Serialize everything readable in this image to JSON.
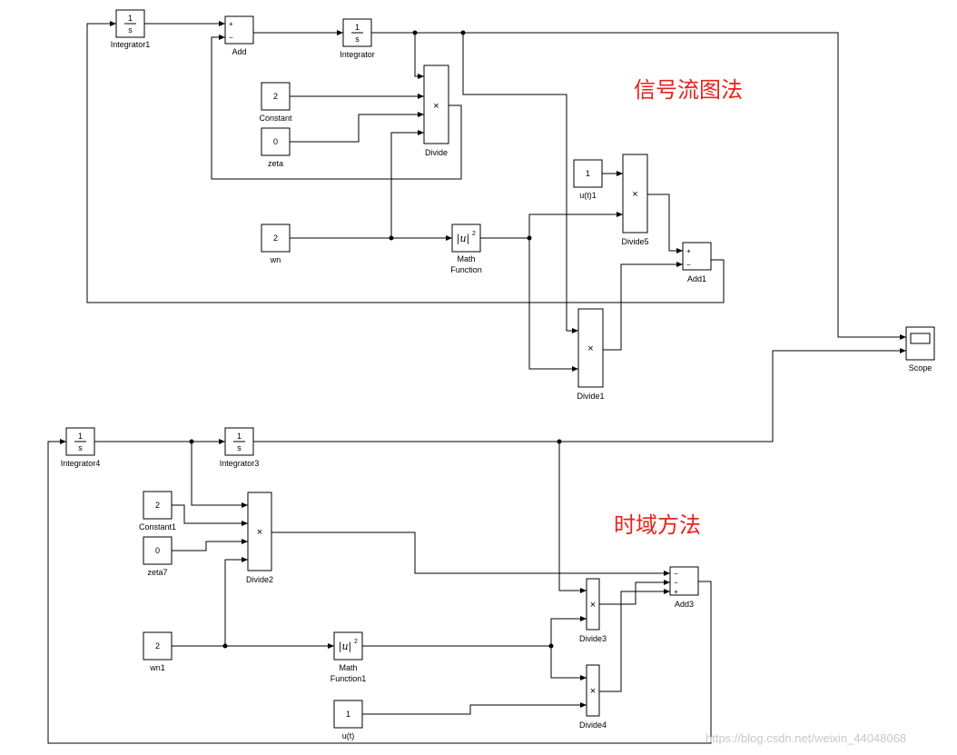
{
  "annotations": {
    "signal_flow_method": "信号流图法",
    "time_domain_method": "时域方法"
  },
  "watermark": "https://blog.csdn.net/weixin_44048068",
  "colors": {
    "annotation": "#e8221c",
    "wire": "#000000",
    "block_border": "#000000"
  },
  "blocks": {
    "integrator1": {
      "label": "Integrator1",
      "num": "1",
      "den": "s"
    },
    "integrator": {
      "label": "Integrator",
      "num": "1",
      "den": "s"
    },
    "integrator4": {
      "label": "Integrator4",
      "num": "1",
      "den": "s"
    },
    "integrator3": {
      "label": "Integrator3",
      "num": "1",
      "den": "s"
    },
    "add": {
      "label": "Add",
      "signs": [
        "+",
        "−"
      ]
    },
    "add1": {
      "label": "Add1",
      "signs": [
        "+",
        "−"
      ]
    },
    "add3": {
      "label": "Add3",
      "signs": [
        "−",
        "−",
        "+"
      ]
    },
    "constant": {
      "label": "Constant",
      "value": "2"
    },
    "zeta": {
      "label": "zeta",
      "value": "0"
    },
    "wn": {
      "label": "wn",
      "value": "2"
    },
    "u_t1": {
      "label": "u(t)1",
      "value": "1"
    },
    "constant1": {
      "label": "Constant1",
      "value": "2"
    },
    "zeta7": {
      "label": "zeta7",
      "value": "0"
    },
    "wn1": {
      "label": "wn1",
      "value": "2"
    },
    "u_t": {
      "label": "u(t)",
      "value": "1"
    },
    "divide": {
      "label": "Divide",
      "op": "×"
    },
    "divide5": {
      "label": "Divide5",
      "op": "×"
    },
    "divide1": {
      "label": "Divide1",
      "op": "×"
    },
    "divide2": {
      "label": "Divide2",
      "op": "×"
    },
    "divide3": {
      "label": "Divide3",
      "op": "×"
    },
    "divide4": {
      "label": "Divide4",
      "op": "×"
    },
    "math_function": {
      "label_line1": "Math",
      "label_line2": "Function",
      "expr_base": "|u|",
      "expr_exp": "2"
    },
    "math_function1": {
      "label_line1": "Math",
      "label_line2": "Function1",
      "expr_base": "|u|",
      "expr_exp": "2"
    },
    "scope": {
      "label": "Scope"
    }
  }
}
